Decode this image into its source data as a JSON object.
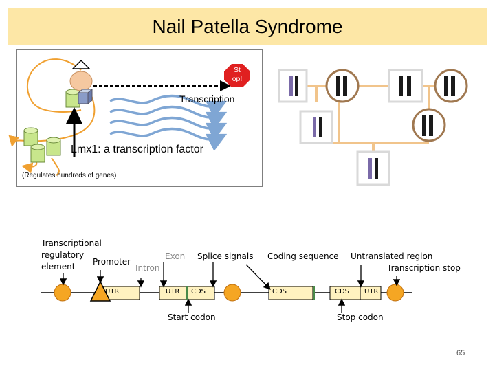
{
  "title": "Nail Patella Syndrome",
  "panel": {
    "stop_line1": "St",
    "stop_line2": "op!",
    "transcription": "Transcription",
    "lmx1": "Lmx1: a transcription factor",
    "regulates": "(Regulates hundreds of genes)"
  },
  "gene": {
    "regulatory_line1": "Transcriptional",
    "regulatory_line2": "regulatory",
    "regulatory_line3": "element",
    "promoter": "Promoter",
    "intron": "Intron",
    "exon": "Exon",
    "splice": "Splice signals",
    "coding": "Coding sequence",
    "untranslated": "Untranslated region",
    "transcription_stop": "Transcription stop",
    "start_codon": "Start codon",
    "stop_codon": "Stop codon",
    "utr": "UTR",
    "cds": "CDS"
  },
  "page_number": "65",
  "colors": {
    "title_bar": "#fde7a6",
    "segment_fill": "#fff2c0",
    "circle_fill": "#f5a623",
    "wave": "#7fa6d4",
    "stop_red": "#e02020",
    "pedigree_line": "#f1c48b",
    "chromosome_purple": "#7a6aa8"
  }
}
